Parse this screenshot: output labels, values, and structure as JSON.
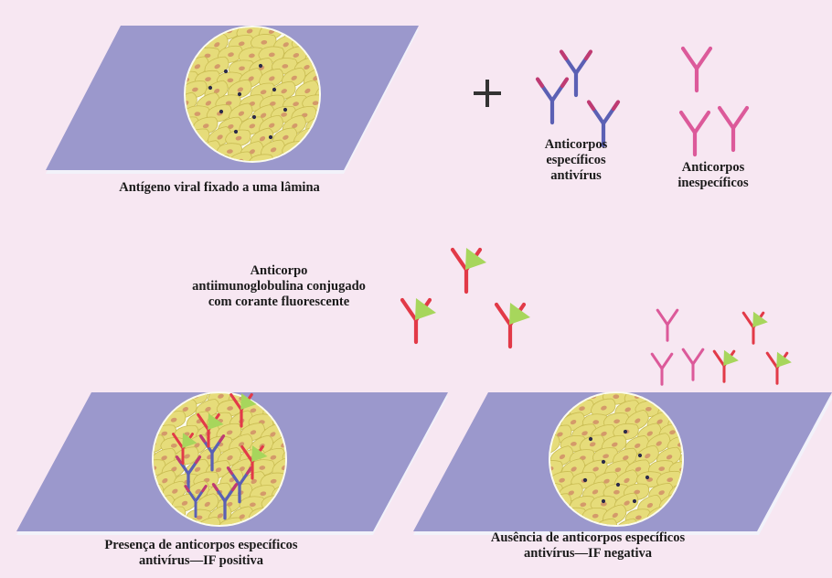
{
  "labels": {
    "antigen": "Antígeno viral fixado a uma lâmina",
    "specific": [
      "Anticorpos",
      "específicos",
      "antivírus"
    ],
    "nonspecific": [
      "Anticorpos",
      "inespecíficos"
    ],
    "conjugate": [
      "Anticorpo",
      "antiimunoglobulina conjugado",
      "com corante fluorescente"
    ],
    "positive": [
      "Presença de anticorpos específicos",
      "antivírus—IF positiva"
    ],
    "negative": [
      "Ausência de anticorpos específicos",
      "antivírus—IF negativa"
    ],
    "plus": "+"
  },
  "colors": {
    "background": "#f7e7f2",
    "slide": "#9b98cc",
    "slide_edge": "#f4f4fb",
    "cell_fill": "#e6dc7a",
    "cell_nucleus": "#d49a6a",
    "antigen_dot": "#2b2a4a",
    "specific_antibody": "#5b60b4",
    "specific_antibody_tip": "#c03a72",
    "nonspecific_antibody": "#dc5a9a",
    "conjugate_antibody": "#e23a48",
    "fluorescent_dye": "#a7d65c"
  },
  "icons": [
    "plus-icon",
    "specific-antibody-icon",
    "nonspecific-antibody-icon",
    "fluorescent-conjugate-icon",
    "cell-monolayer-icon",
    "glass-slide-icon"
  ]
}
